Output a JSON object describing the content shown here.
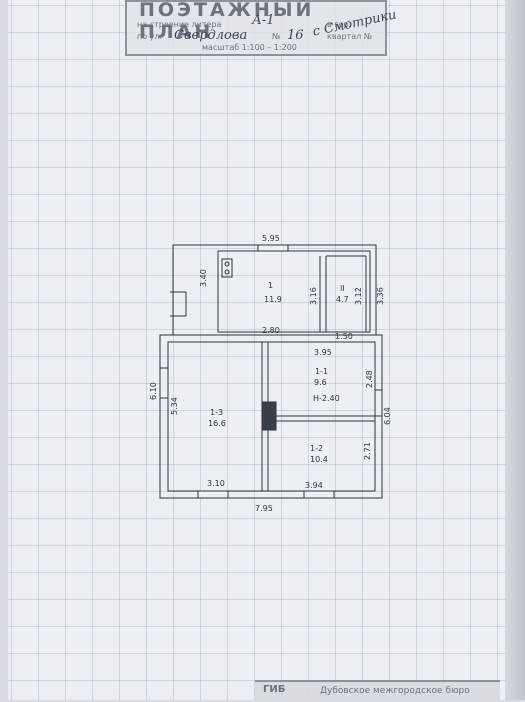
{
  "stamp": {
    "title": "ПОЭТАЖНЫЙ ПЛАН",
    "line1_prefix": "на строение литера",
    "litera": "А-1",
    "line1_mid": "в гор.",
    "city": "с Смотрики",
    "line2_prefix": "по ул.",
    "street": "Свердлова",
    "house_label": "№",
    "house_number": "16",
    "apartment_label": "квартал №",
    "scale": "масштаб 1:100 – 1:200"
  },
  "plan": {
    "top_dim": "5.95",
    "bottom_dim": "7.95",
    "left_dim": "6.10",
    "right_dim": "6.04",
    "rooms": [
      {
        "id": "1",
        "area": "11.9"
      },
      {
        "id": "II",
        "area": "4.7"
      },
      {
        "id": "1-1",
        "area": "9.6"
      },
      {
        "id": "1-2",
        "area": "10.4"
      },
      {
        "id": "1-3",
        "area": "16.6"
      }
    ],
    "inner_dims": {
      "d340": "3.40",
      "d316": "3.16",
      "d312": "3.12",
      "d336": "3.36",
      "d280": "2.80",
      "d150": "1.50",
      "d395": "3.95",
      "d248": "2.48",
      "d534": "5.34",
      "d271": "2.71",
      "d310": "3.10",
      "d394": "3.94"
    },
    "height": "Н-2.40"
  },
  "footer": {
    "code": "ГИБ",
    "text": "Дубовское межгородское бюро"
  }
}
